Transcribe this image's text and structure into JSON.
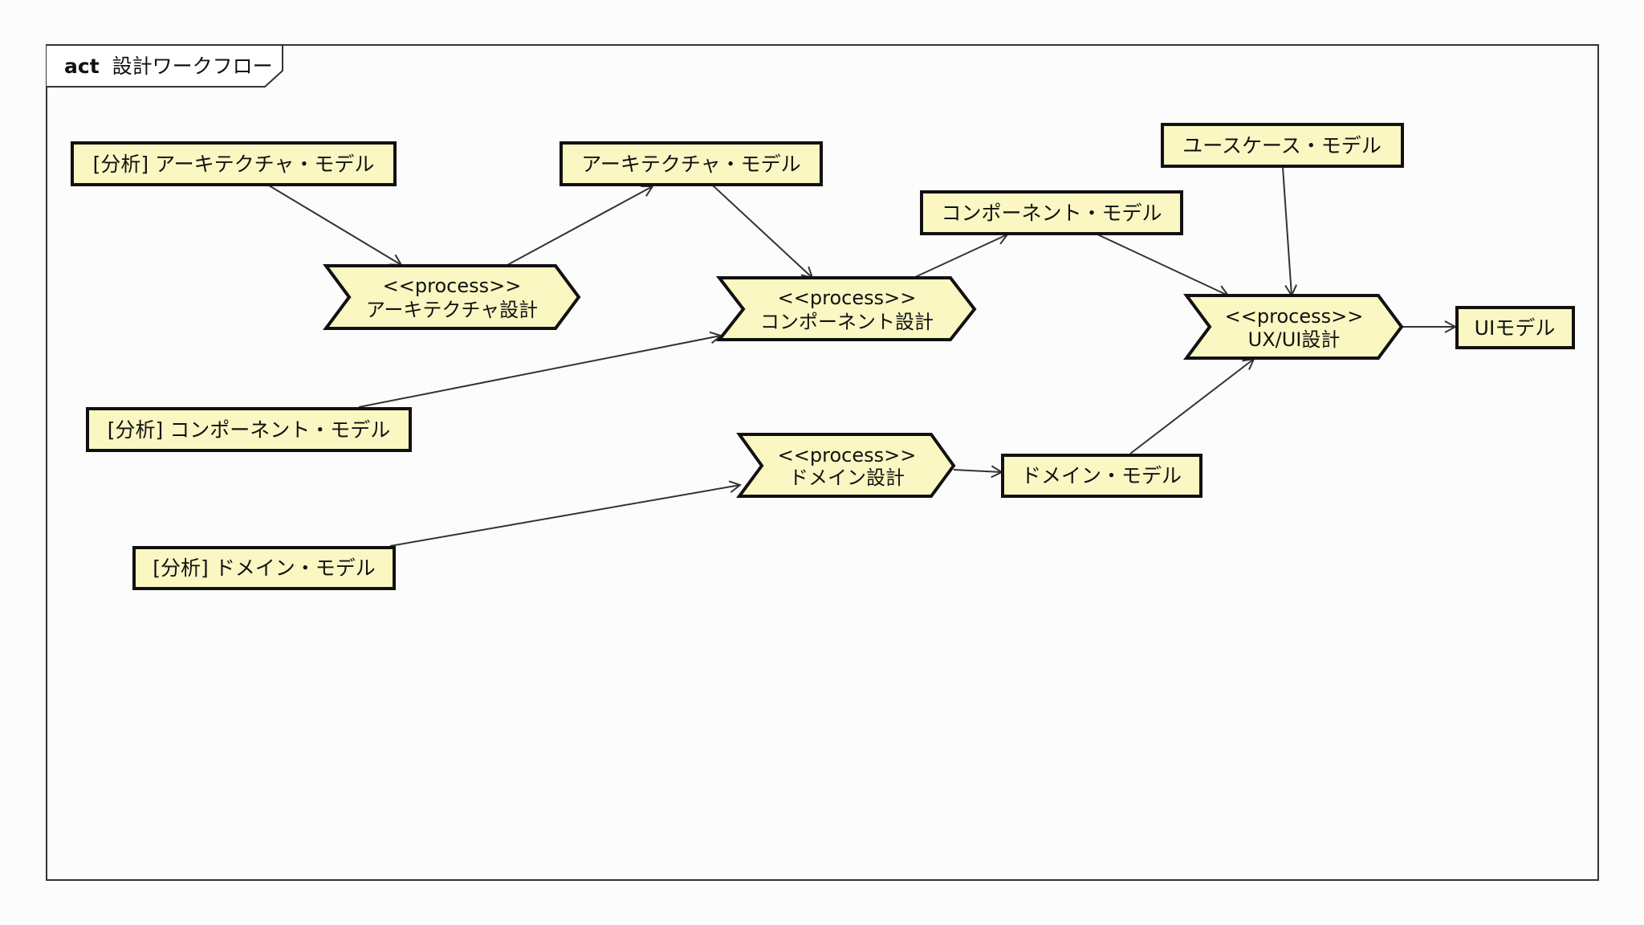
{
  "frame": {
    "kind": "act",
    "name": "設計ワークフロー"
  },
  "objects": {
    "analysis_arch_model": "[分析] アーキテクチャ・モデル",
    "arch_model": "アーキテクチャ・モデル",
    "usecase_model": "ユースケース・モデル",
    "component_model": "コンポーネント・モデル",
    "analysis_component_model": "[分析] コンポーネント・モデル",
    "domain_model": "ドメイン・モデル",
    "analysis_domain_model": "[分析] ドメイン・モデル",
    "ui_model": "UIモデル"
  },
  "processes": {
    "arch_design": {
      "stereotype": "<<process>>",
      "name": "アーキテクチャ設計"
    },
    "component_design": {
      "stereotype": "<<process>>",
      "name": "コンポーネント設計"
    },
    "domain_design": {
      "stereotype": "<<process>>",
      "name": "ドメイン設計"
    },
    "uxui_design": {
      "stereotype": "<<process>>",
      "name": "UX/UI設計"
    }
  },
  "colors": {
    "node_fill": "#fbf7c3",
    "node_stroke": "#111111",
    "edge": "#333333",
    "frame": "#333333",
    "background": "#fdfcfd"
  }
}
